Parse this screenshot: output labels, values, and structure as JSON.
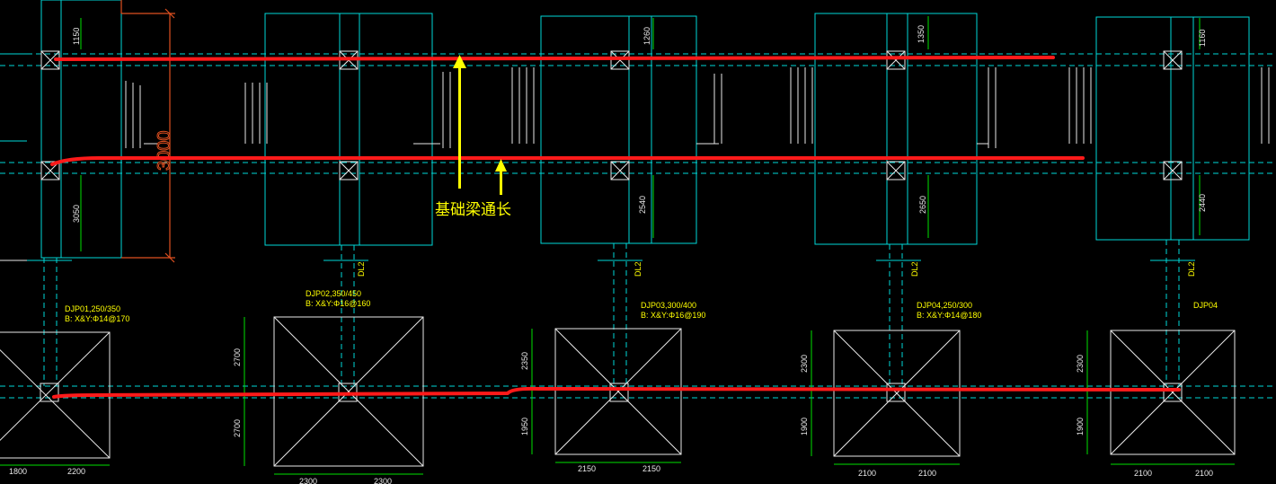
{
  "annotation": {
    "label": "基础梁通长"
  },
  "upper_section": {
    "outline_dimension": "3000",
    "vertical_dimensions": [
      "1150",
      "3050",
      "1260",
      "2540",
      "1350",
      "2650",
      "1160",
      "2440"
    ]
  },
  "column_tags": [
    "DL2",
    "DL2",
    "DL2",
    "DL2"
  ],
  "footings": [
    {
      "label": "DJP01,250/350",
      "rebar": "B: X&Y:Φ14@170",
      "dims_bottom": [
        "1800",
        "2200"
      ],
      "dims_left": []
    },
    {
      "label": "DJP02,350/450",
      "rebar": "B: X&Y:Φ16@160",
      "dims_bottom": [
        "2300",
        "2300"
      ],
      "dims_left": [
        "2700",
        "2700"
      ]
    },
    {
      "label": "DJP03,300/400",
      "rebar": "B: X&Y:Φ16@190",
      "dims_bottom": [
        "2150",
        "2150"
      ],
      "dims_left": [
        "2350",
        "1950"
      ]
    },
    {
      "label": "DJP04,250/300",
      "rebar": "B: X&Y:Φ14@180",
      "dims_bottom": [
        "2100",
        "2100"
      ],
      "dims_left": [
        "2300",
        "1900"
      ]
    },
    {
      "label": "DJP04",
      "rebar": "",
      "dims_bottom": [
        "2100",
        "2100"
      ],
      "dims_left": [
        "2300",
        "1900"
      ]
    }
  ],
  "colors": {
    "background": "#000000",
    "grid": "#00d8d8",
    "beam_highlight": "#ff1a1a",
    "annotation": "#ffff00",
    "dimension": "#00e000",
    "outline": "#e05020"
  }
}
